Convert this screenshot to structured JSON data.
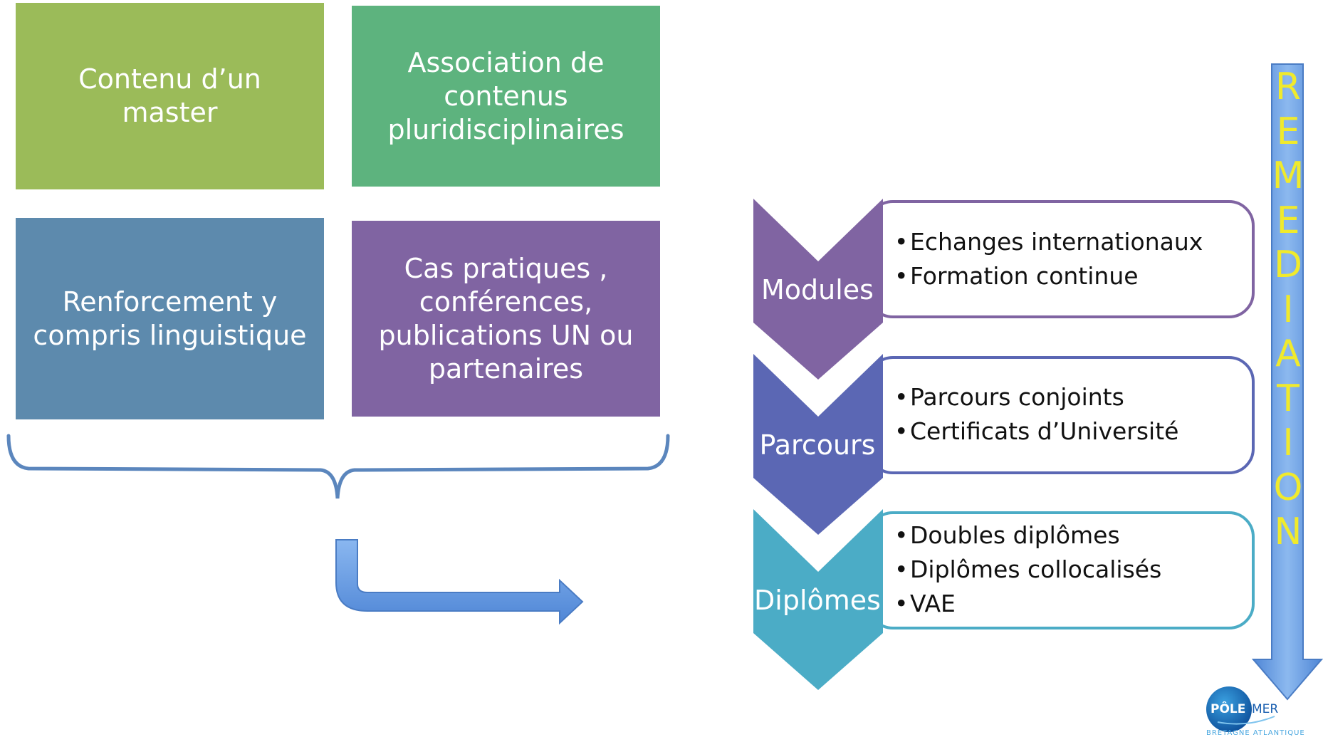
{
  "tiles": {
    "master": "Contenu d’un master",
    "assoc": "Association de contenus pluridisciplinaires",
    "renforcement": "Renforcement y compris linguistique",
    "cas": "Cas pratiques , conférences, publications UN ou partenaires"
  },
  "modules": {
    "label": "Modules",
    "items": [
      "Echanges internationaux",
      "Formation continue"
    ]
  },
  "parcours": {
    "label": "Parcours",
    "items": [
      "Parcours conjoints",
      "Certificats d’Université"
    ]
  },
  "diplomes": {
    "label": "Diplômes",
    "items": [
      "Doubles diplômes",
      "Diplômes collocalisés",
      "VAE"
    ]
  },
  "remediation": [
    "R",
    "E",
    "M",
    "E",
    "D",
    "I",
    "A",
    "T",
    "I",
    "O",
    "N"
  ],
  "logo": {
    "name_left": "PÔLE",
    "name_right": "MER",
    "subtitle": "BRETAGNE ATLANTIQUE"
  },
  "colors": {
    "green": "#9bbb59",
    "teal_green": "#5db37e",
    "steel_blue": "#5d8aad",
    "purple": "#8064a2",
    "modules_purple": "#8064a2",
    "parcours_blue": "#5b67b4",
    "diplomes_teal": "#4bacc6",
    "arrow_blue": "#6a9ee0",
    "remediation_yellow": "#f0ea2c"
  }
}
